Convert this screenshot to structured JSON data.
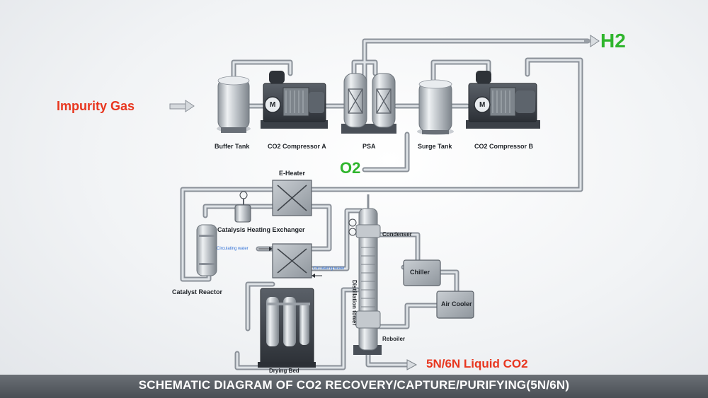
{
  "title": "SCHEMATIC DIAGRAM OF CO2 RECOVERY/CAPTURE/PURIFYING(5N/6N)",
  "inputs": {
    "impurity_gas": "Impurity Gas"
  },
  "outputs": {
    "h2": "H2",
    "o2": "O2",
    "liquid_co2": "5N/6N Liquid CO2"
  },
  "equipment": {
    "buffer_tank": "Buffer Tank",
    "compressor_a": "CO2 Compressor A",
    "psa": "PSA",
    "surge_tank": "Surge Tank",
    "compressor_b": "CO2 Compressor B",
    "e_heater": "E-Heater",
    "catalysis_exchanger": "Catalysis Heating Exchanger",
    "catalyst_reactor": "Catalyst Reactor",
    "condenser": "Condenser",
    "chiller": "Chiller",
    "air_cooler": "Air Cooler",
    "distillation_tower": "Distillation tower",
    "reboiler": "Reboiler",
    "drying_bed": "Drying Bed"
  },
  "annotations": {
    "circulating_water_1": "Circulating water",
    "circulating_water_2": "Circulating water"
  },
  "motor_symbol": "M",
  "colors": {
    "red": "#e8361f",
    "green": "#2fb52d",
    "pipe": "#b8bec5",
    "banner": "#5a5f65"
  }
}
